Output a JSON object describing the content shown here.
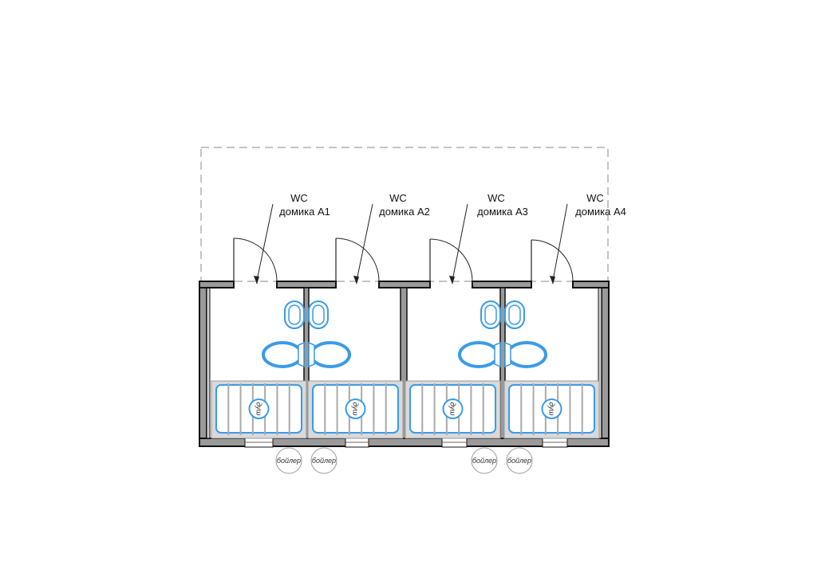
{
  "units": [
    {
      "title": "WC",
      "subtitle": "домика А1"
    },
    {
      "title": "WC",
      "subtitle": "домика А2"
    },
    {
      "title": "WC",
      "subtitle": "домика А3"
    },
    {
      "title": "WC",
      "subtitle": "домика А4"
    }
  ],
  "shower_label": "душ",
  "boiler_label": "бойлер",
  "colors": {
    "fixture": "#3a9be8",
    "wall": "#111111",
    "wall_fill": "#9a9a9a"
  }
}
